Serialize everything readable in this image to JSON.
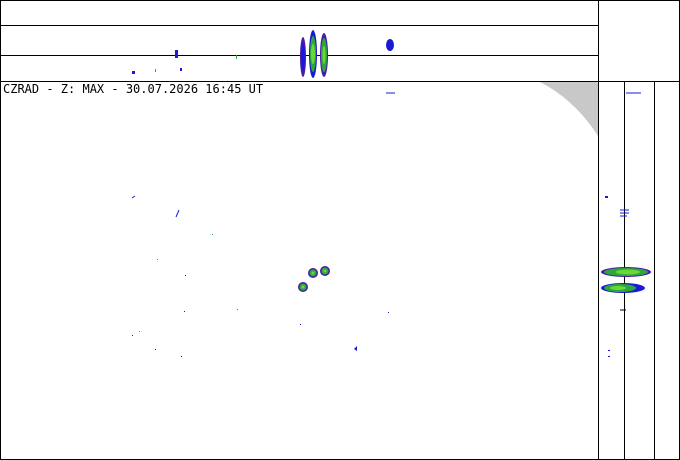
{
  "header": {
    "title": "CZRAD - Z: MAX - 30.07.2026 16:45 UT"
  },
  "colors": {
    "background": "#ffffff",
    "frame": "#000000",
    "outside_range": "#c8c8c8",
    "echo_low": "#1a1ad6",
    "echo_mid": "#2ca83a",
    "echo_high": "#6ad832",
    "echo_edge": "#4a1aa8"
  },
  "panels": [
    "north-south-projection",
    "main-max-view",
    "east-west-projection",
    "corner-box"
  ]
}
